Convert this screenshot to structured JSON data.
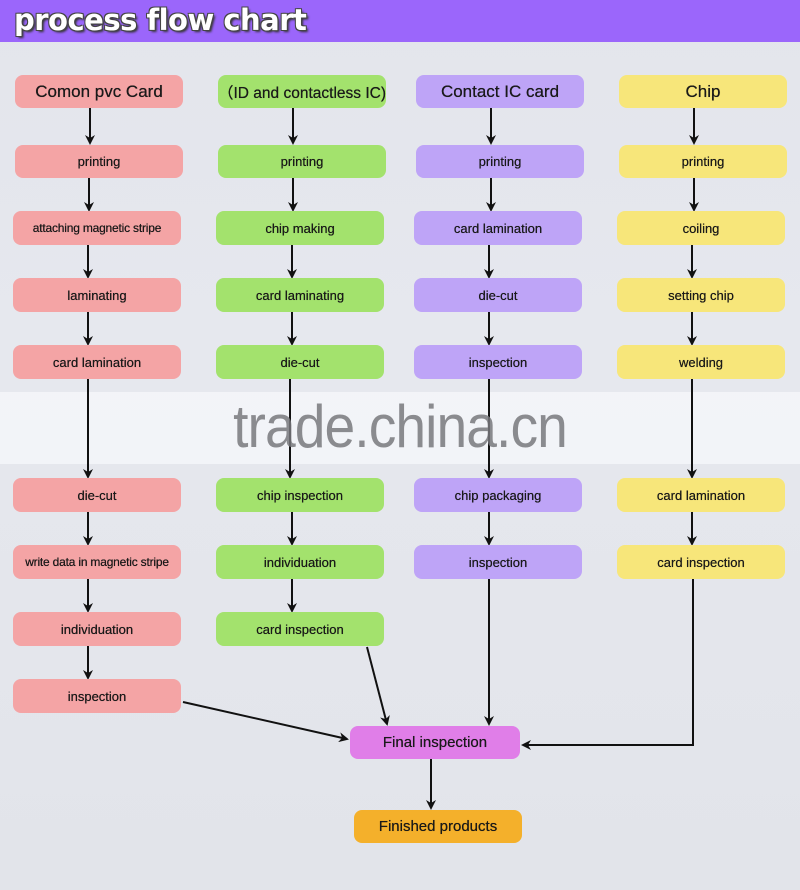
{
  "title": "process flow chart",
  "watermark": "trade.china.cn",
  "colors": {
    "title_bar": "#9b66fb",
    "pvc": "#f4a4a5",
    "id_contactless": "#a3e26d",
    "contact_ic": "#bea4f7",
    "chip": "#f7e67a",
    "final_inspection": "#e07ee8",
    "finished_products": "#f4b02b"
  },
  "columns": [
    {
      "header": "Comon pvc Card",
      "steps": [
        "printing",
        "attaching magnetic stripe",
        "laminating",
        "card lamination",
        "die-cut",
        "write data in magnetic stripe",
        "individuation",
        "inspection"
      ]
    },
    {
      "header": "（ID and contactless IC)",
      "steps": [
        "printing",
        "chip making",
        "card laminating",
        "die-cut",
        "chip inspection",
        "individuation",
        "card inspection"
      ]
    },
    {
      "header": "Contact IC card",
      "steps": [
        "printing",
        "card lamination",
        "die-cut",
        "inspection",
        "chip packaging",
        "inspection"
      ]
    },
    {
      "header": "Chip",
      "steps": [
        "printing",
        "coiling",
        "setting chip",
        "welding",
        "card lamination",
        "card inspection"
      ]
    }
  ],
  "final": {
    "final_inspection": "Final inspection",
    "finished_products": "Finished products"
  }
}
